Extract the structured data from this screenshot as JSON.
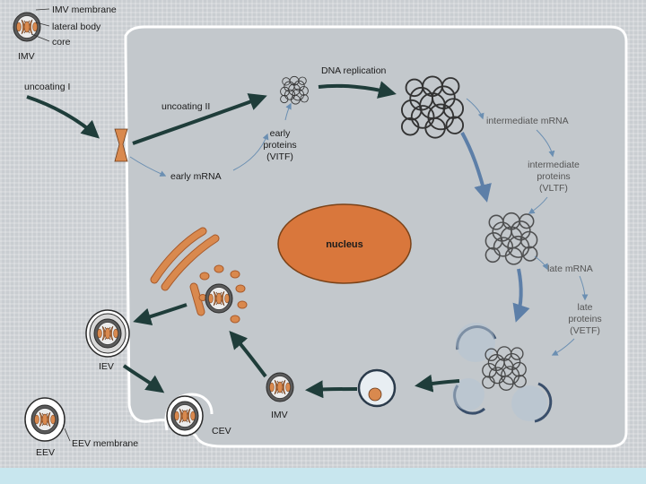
{
  "legend": {
    "imv_membrane": "IMV membrane",
    "lateral_body": "lateral body",
    "core": "core",
    "imv": "IMV"
  },
  "stages": {
    "uncoating_1": "uncoating I",
    "uncoating_2": "uncoating II",
    "dna_replication": "DNA replication",
    "early_proteins": [
      "early",
      "proteins",
      "(VITF)"
    ],
    "early_mrna": "early mRNA",
    "intermediate_mrna": "intermediate mRNA",
    "intermediate_proteins": [
      "intermediate",
      "proteins",
      "(VLTF)"
    ],
    "late_mrna": "late mRNA",
    "late_proteins": [
      "late",
      "proteins",
      "(VETF)"
    ],
    "nucleus": "nucleus",
    "imv_bottom": "IMV",
    "iev": "IEV",
    "cev": "CEV",
    "eev": "EEV",
    "eev_membrane": "EEV membrane"
  },
  "colors": {
    "virion_orange": "#d9894e",
    "nucleus_orange": "#d9773c",
    "arrow_dark": "#1f3d3a",
    "arrow_blue": "#5d7fa8",
    "cell_fill": "#c4c9cd",
    "footer_band": "#c8e6ee"
  }
}
